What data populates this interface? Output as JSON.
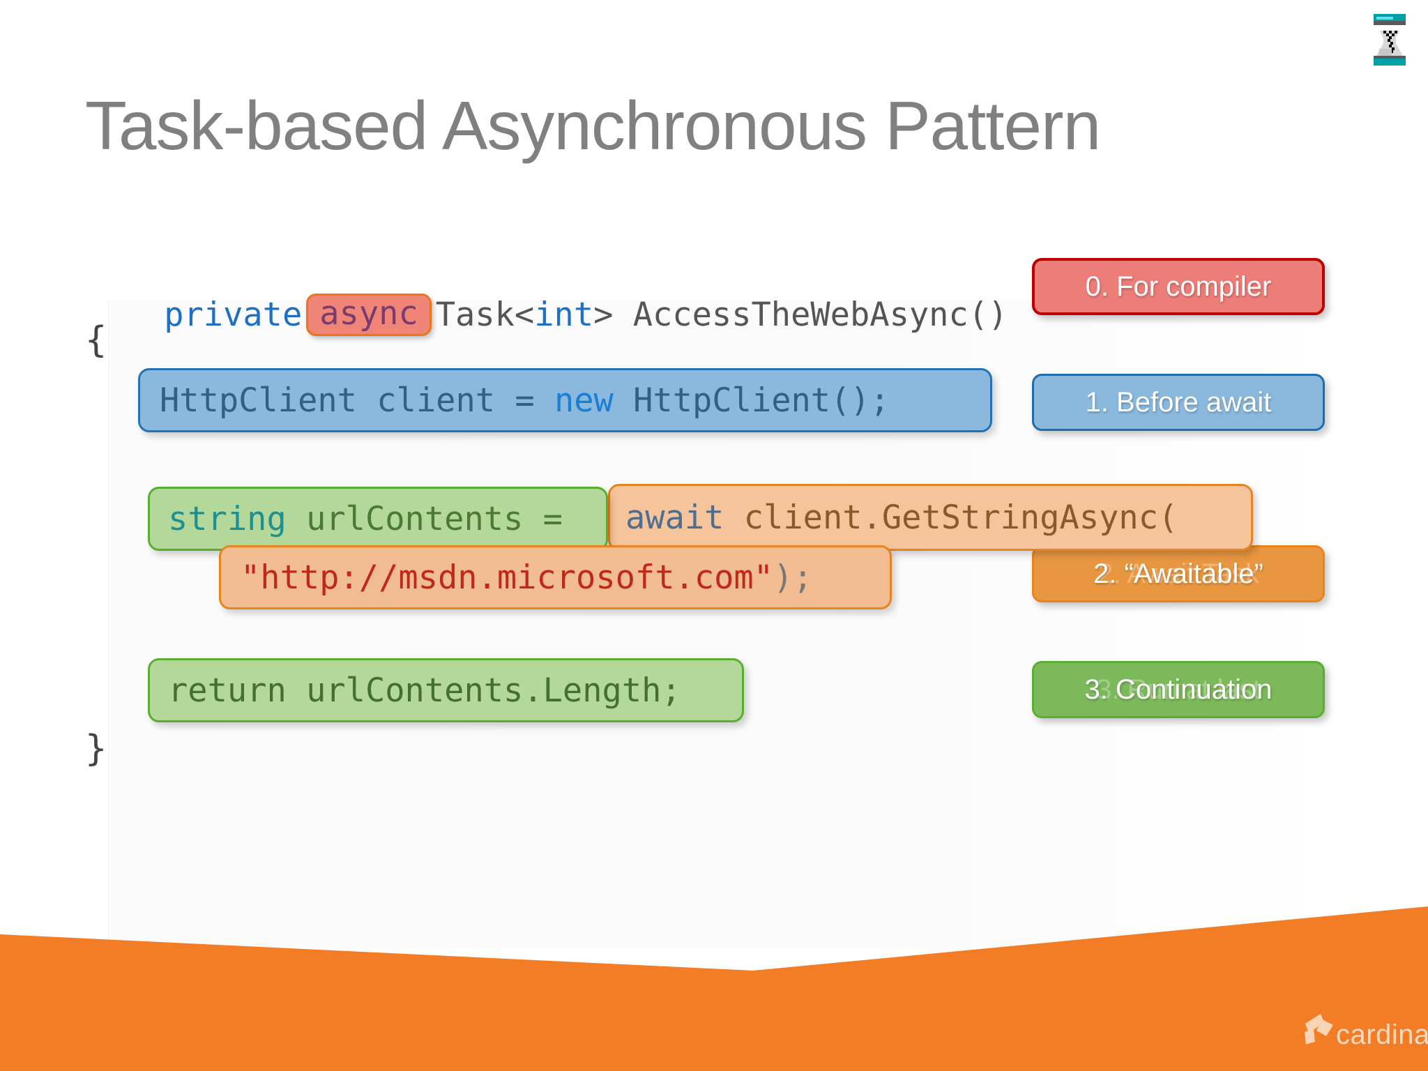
{
  "slide": {
    "title": "Task-based Asynchronous Pattern",
    "title_color": "#808080",
    "background_color": "#ffffff"
  },
  "icons": {
    "hourglass": "hourglass-icon",
    "logo_mark": "cardinal-diamond-icon"
  },
  "code": {
    "signature": {
      "modifier": "private",
      "async_keyword": "async",
      "return_type": "Task<int>",
      "method": " AccessTheWebAsync()"
    },
    "brace_open": "{",
    "brace_close": "}",
    "line_httpclient": {
      "part1": "HttpClient client = ",
      "keyword": "new",
      "part2": " HttpClient();"
    },
    "line_declaration": {
      "keyword": "string",
      "rest": " urlContents = "
    },
    "line_await": {
      "keyword": "await",
      "rest": " client.GetStringAsync("
    },
    "line_url": {
      "string_literal": "\"http://msdn.microsoft.com\"",
      "rest": ");"
    },
    "line_return": "return urlContents.Length;"
  },
  "callouts": [
    {
      "label": "0. For compiler",
      "ghost": "",
      "color": "#ed7d78",
      "border": "#c00000"
    },
    {
      "label": "1. Before await",
      "ghost": "",
      "color": "#8ab9dd",
      "border": "#1f6cac"
    },
    {
      "label": "2. “Awaitable”",
      "ghost": "2. Await Task",
      "color": "#e8963f",
      "border": "#e8841d"
    },
    {
      "label": "3. Continuation",
      "ghost": "3. Run at last",
      "color": "#7cb95a",
      "border": "#5aad2e"
    }
  ],
  "footer": {
    "orange": "#f37d26",
    "yellow": "#f0a500",
    "brand": "cardinal"
  }
}
